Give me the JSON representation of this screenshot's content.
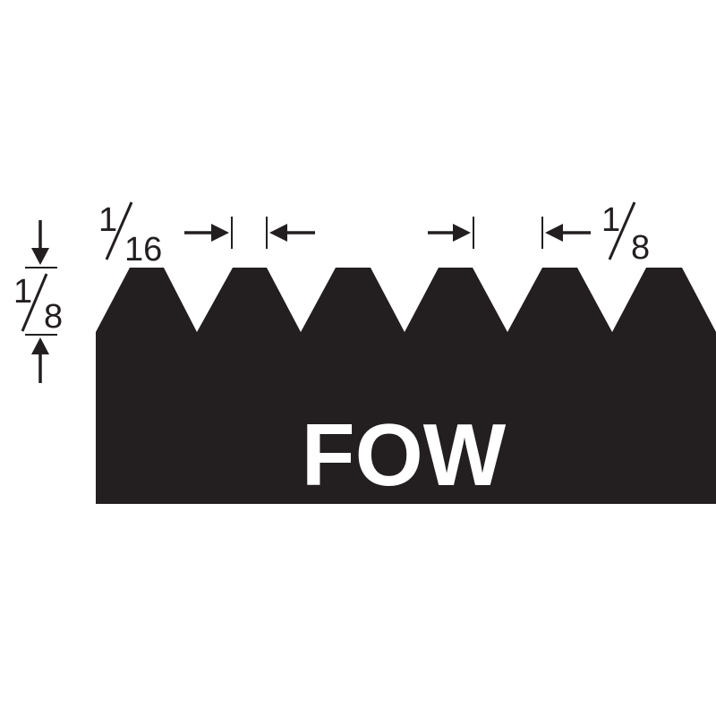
{
  "diagram": {
    "profile_label": "FOW",
    "tooth_width": {
      "numerator": "1",
      "denominator": "16"
    },
    "tooth_pitch": {
      "numerator": "1",
      "denominator": "8"
    },
    "tooth_depth": {
      "numerator": "1",
      "denominator": "8"
    },
    "colors": {
      "profile_fill": "#231f20",
      "label_text": "#ffffff",
      "dimension_ink": "#231f20",
      "background": "#ffffff"
    }
  }
}
